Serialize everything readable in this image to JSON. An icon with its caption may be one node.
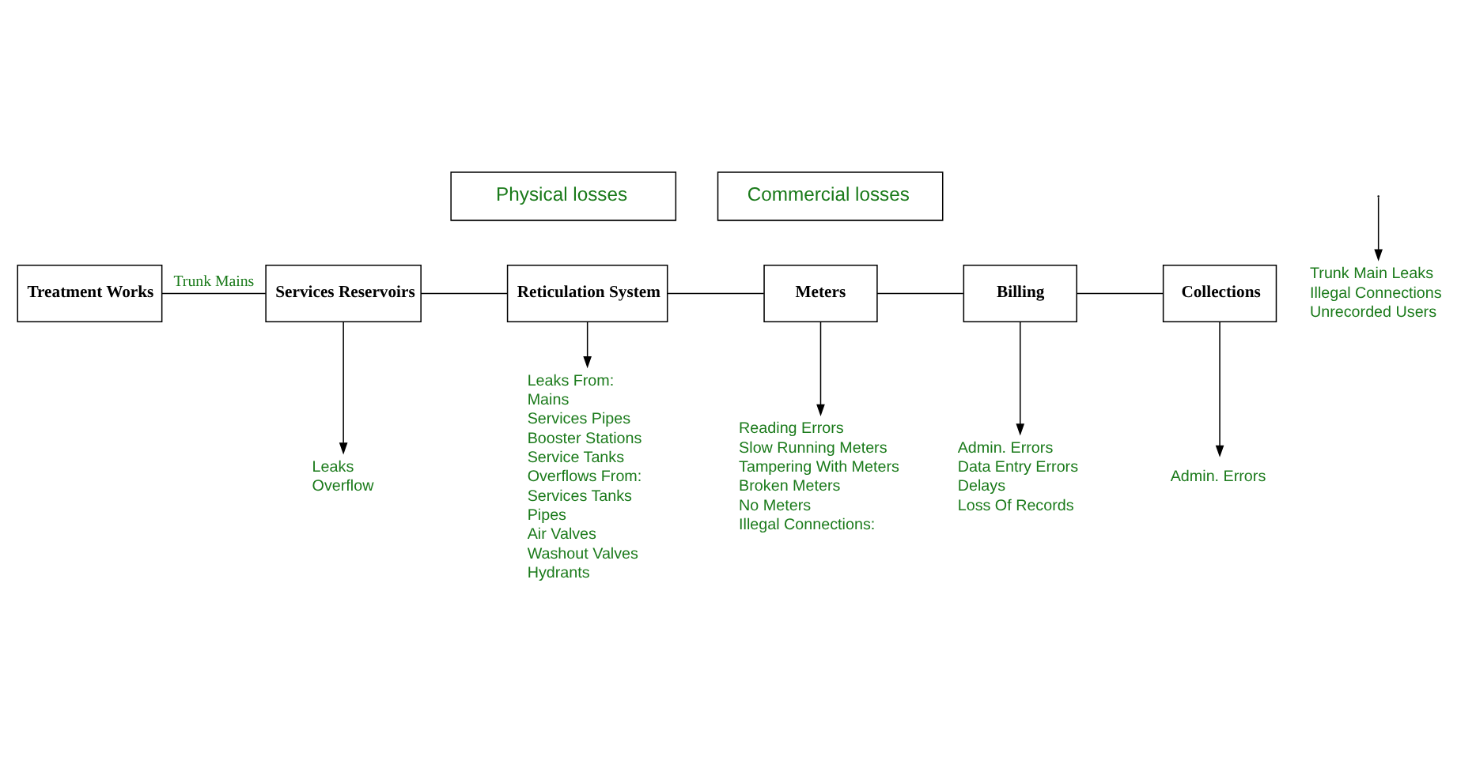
{
  "diagram": {
    "nodes": [
      {
        "text": [
          "Physical losses"
        ]
      },
      {
        "text": [
          "Commercial losses"
        ]
      },
      {
        "text": [
          "Treatment Works"
        ]
      },
      {
        "text": [
          "Services Reservoirs"
        ]
      },
      {
        "text": [
          "Reticulation System"
        ]
      },
      {
        "text": [
          "Meters"
        ]
      },
      {
        "text": [
          "Billing"
        ]
      },
      {
        "text": [
          "Collections"
        ]
      },
      {
        "text": [
          "Trunk Main Leaks",
          "Illegal Connections",
          "Unrecorded Users"
        ]
      },
      {
        "text": [
          "Leaks",
          "Overflow"
        ]
      },
      {
        "text": [
          "Leaks From:",
          "Mains",
          "Services Pipes",
          "Booster Stations",
          "Service Tanks",
          "Overflows From:",
          "Services Tanks",
          "Pipes",
          "Air Valves",
          "Washout Valves",
          "Hydrants"
        ]
      },
      {
        "text": [
          "Reading Errors",
          "Slow Running Meters",
          "Tampering With Meters",
          "Broken Meters",
          "No Meters",
          "Illegal Connections:"
        ]
      },
      {
        "text": [
          "Admin. Errors",
          "Data Entry Errors",
          "Delays",
          "Loss Of Records"
        ]
      },
      {
        "text": [
          "Admin. Errors"
        ]
      }
    ],
    "edges": [
      {
        "from": 2,
        "to": 3,
        "arrow": "none",
        "label": "Trunk Mains"
      },
      {
        "from": 3,
        "to": 4,
        "arrow": "none"
      },
      {
        "from": 4,
        "to": 5,
        "arrow": "none"
      },
      {
        "from": 5,
        "to": 6,
        "arrow": "none"
      },
      {
        "from": 6,
        "to": 7,
        "arrow": "none"
      },
      {
        "from": null,
        "to": 8,
        "arrow": "to"
      },
      {
        "from": 3,
        "to": 9,
        "arrow": "to"
      },
      {
        "from": 4,
        "to": 10,
        "arrow": "to"
      },
      {
        "from": 5,
        "to": 11,
        "arrow": "to"
      },
      {
        "from": 6,
        "to": 12,
        "arrow": "to"
      },
      {
        "from": 7,
        "to": 13,
        "arrow": "to"
      }
    ]
  }
}
